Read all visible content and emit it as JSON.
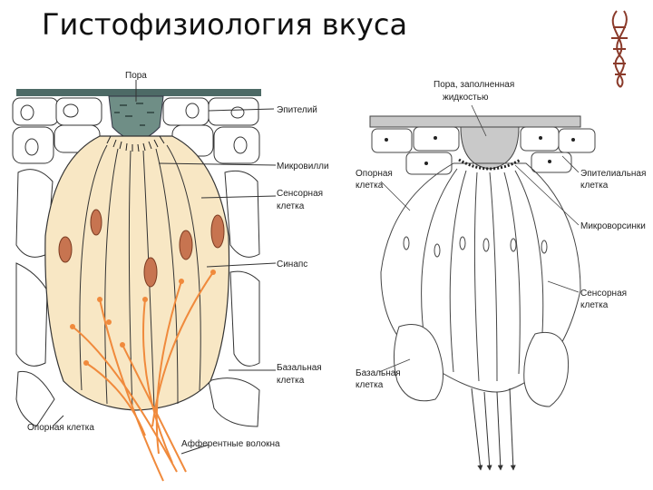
{
  "title": "Гистофизиология вкуса",
  "left_diagram": {
    "labels": {
      "pore": "Пора",
      "epithelium": "Эпителий",
      "microvilli": "Микровилли",
      "sensory_cell_1": "Сенсорная",
      "sensory_cell_2": "клетка",
      "synapse": "Синапс",
      "basal_cell_1": "Базальная",
      "basal_cell_2": "клетка",
      "support_cell": "Опорная клетка",
      "afferent_fibers": "Афферентные волокна"
    },
    "colors": {
      "cell_fill": "#f8e7c4",
      "nucleus": "#c77450",
      "fiber": "#f08a3c",
      "pore_liquid": "#6f8e86",
      "surface": "#4d6a66"
    }
  },
  "right_diagram": {
    "labels": {
      "pore_1": "Пора, заполненная",
      "pore_2": "жидкостью",
      "support_cell_1": "Опорная",
      "support_cell_2": "клетка",
      "epithelial_cell_1": "Эпителиальная",
      "epithelial_cell_2": "клетка",
      "microvilli": "Микроворсинки",
      "sensory_cell_1": "Сенсорная",
      "sensory_cell_2": "клетка",
      "basal_cell_1": "Базальная",
      "basal_cell_2": "клетка"
    }
  },
  "logo": {
    "icon": "double-helix-icon"
  }
}
